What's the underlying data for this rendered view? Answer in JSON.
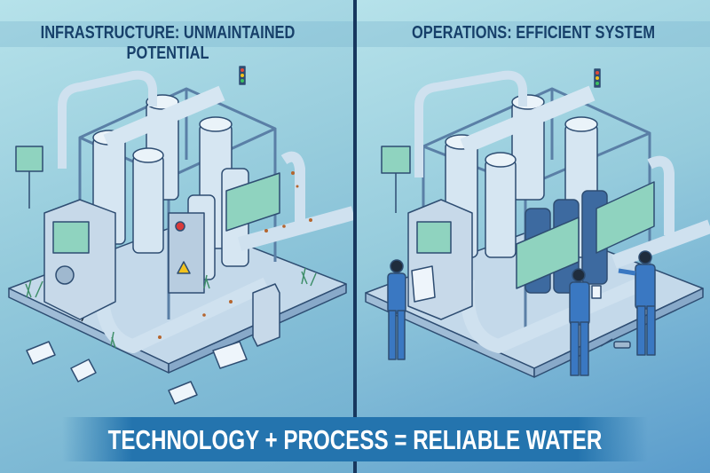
{
  "left_panel": {
    "title": "INFRASTRUCTURE: UNMAINTAINED POTENTIAL",
    "scene": "neglected-water-treatment-unit",
    "elements": [
      "rusted-pipes",
      "cracked-concrete-base",
      "weeds",
      "scattered-papers",
      "control-cabinet",
      "warning-panel",
      "status-light-tower",
      "monitor-screen",
      "spill-stains"
    ]
  },
  "right_panel": {
    "title": "OPERATIONS: EFFICIENT SYSTEM",
    "scene": "maintained-water-treatment-unit",
    "elements": [
      "technician-with-clipboard",
      "technician-with-tablet",
      "technician-adjusting-valve",
      "digital-dashboard-panels",
      "control-cabinet",
      "status-light-tower",
      "monitor-screen",
      "filter-vessels"
    ]
  },
  "banner": {
    "text": "TECHNOLOGY + PROCESS = RELIABLE WATER"
  },
  "colors": {
    "title_text": "#17406a",
    "divider": "#17375e",
    "banner_bg": "#2474ae",
    "banner_text": "#ffffff",
    "bg_light": "#b6e2ea",
    "bg_dark": "#5a9ccc",
    "pipe": "#c9dff0",
    "pipe_stroke": "#2e4d72",
    "rust": "#b5652e",
    "screen": "#8fd3bf",
    "worker": "#3a78c2"
  }
}
